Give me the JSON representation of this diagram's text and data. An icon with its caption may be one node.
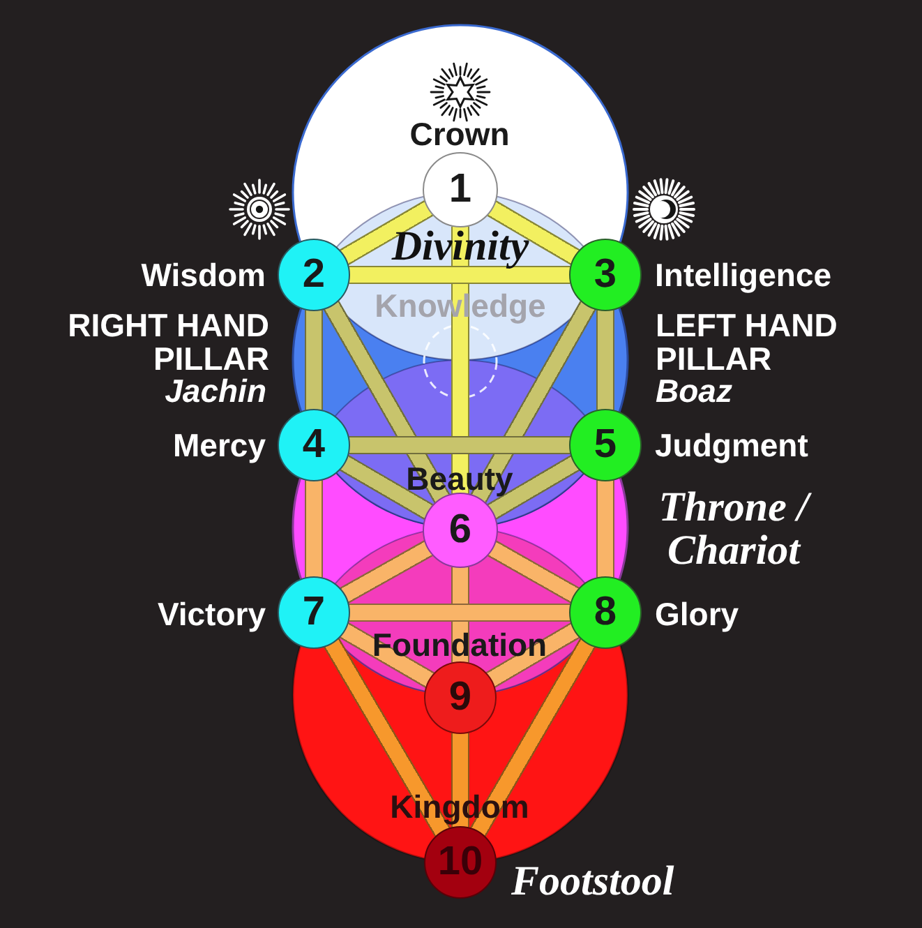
{
  "diagram": {
    "nodes": [
      {
        "text": [
          "1"
        ],
        "beside": [
          "Crown"
        ]
      },
      {
        "text": [
          "2"
        ],
        "beside": [
          "Wisdom"
        ]
      },
      {
        "text": [
          "3"
        ],
        "beside": [
          "Intelligence"
        ]
      },
      {
        "text": [
          "4"
        ],
        "beside": [
          "Mercy"
        ]
      },
      {
        "text": [
          "5"
        ],
        "beside": [
          "Judgment"
        ]
      },
      {
        "text": [
          "6"
        ],
        "beside": [
          "Beauty"
        ]
      },
      {
        "text": [
          "7"
        ],
        "beside": [
          "Victory"
        ]
      },
      {
        "text": [
          "8"
        ],
        "beside": [
          "Glory"
        ]
      },
      {
        "text": [
          "9"
        ],
        "beside": [
          "Foundation"
        ]
      },
      {
        "text": [
          "10"
        ],
        "beside": [
          "Kingdom",
          "Footstool"
        ]
      }
    ],
    "edges": [
      {
        "from": 0,
        "to": 1,
        "arrow": "none",
        "color": "#f2f060"
      },
      {
        "from": 0,
        "to": 2,
        "arrow": "none",
        "color": "#f2f060"
      },
      {
        "from": 0,
        "to": 5,
        "arrow": "none",
        "color": "#f2f060"
      },
      {
        "from": 1,
        "to": 2,
        "arrow": "none",
        "color": "#f2f060"
      },
      {
        "from": 1,
        "to": 3,
        "arrow": "none",
        "color": "#c8c46c"
      },
      {
        "from": 1,
        "to": 5,
        "arrow": "none",
        "color": "#c8c46c"
      },
      {
        "from": 2,
        "to": 4,
        "arrow": "none",
        "color": "#c8c46c"
      },
      {
        "from": 2,
        "to": 5,
        "arrow": "none",
        "color": "#c8c46c"
      },
      {
        "from": 3,
        "to": 4,
        "arrow": "none",
        "color": "#c8c46c"
      },
      {
        "from": 3,
        "to": 5,
        "arrow": "none",
        "color": "#c8c46c"
      },
      {
        "from": 3,
        "to": 6,
        "arrow": "none"
      },
      {
        "from": 4,
        "to": 5,
        "arrow": "none",
        "color": "#c8c46c"
      },
      {
        "from": 4,
        "to": 7,
        "arrow": "none"
      },
      {
        "from": 5,
        "to": 6,
        "arrow": "none"
      },
      {
        "from": 5,
        "to": 7,
        "arrow": "none"
      },
      {
        "from": 5,
        "to": 8,
        "arrow": "none"
      },
      {
        "from": 6,
        "to": 7,
        "arrow": "none"
      },
      {
        "from": 6,
        "to": 8,
        "arrow": "none"
      },
      {
        "from": 6,
        "to": 9,
        "arrow": "none",
        "color": "#f7982c"
      },
      {
        "from": 7,
        "to": 8,
        "arrow": "none"
      },
      {
        "from": 7,
        "to": 9,
        "arrow": "none",
        "color": "#f7982c"
      },
      {
        "from": 8,
        "to": 9,
        "arrow": "none",
        "color": "#f7982c"
      }
    ],
    "labels": [
      "Divinity",
      "Knowledge",
      "RIGHT HAND PILLAR",
      "LEFT HAND PILLAR",
      "Jachin",
      "Boaz",
      "Throne / Chariot"
    ]
  }
}
